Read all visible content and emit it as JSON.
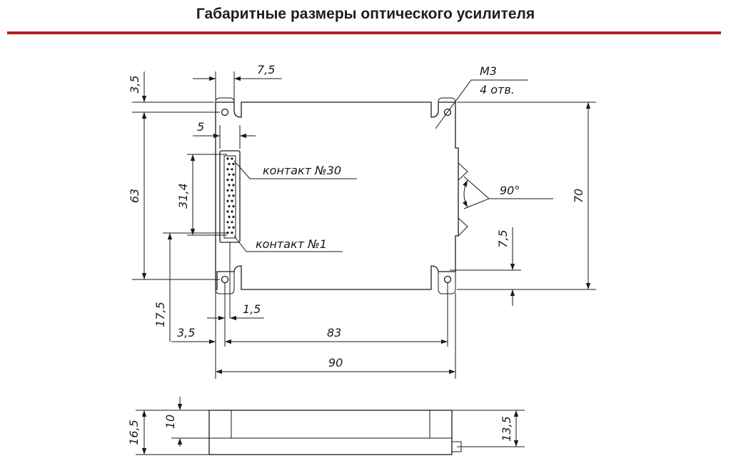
{
  "title": "Габаритные размеры оптического усилителя",
  "colors": {
    "accent": "#b41e22",
    "line": "#1a1a1a"
  },
  "labels": {
    "hole_spec": "М3",
    "hole_count": "4 отв.",
    "contact_30": "контакт №30",
    "contact_1": "контакт №1",
    "angle": "90°"
  },
  "dims": {
    "top_offset": "3,5",
    "hole_x": "7,5",
    "conn_x": "5",
    "height_holes": "63",
    "conn_len": "31,4",
    "height_total": "70",
    "optic_y": "7,5",
    "conn_y": "17,5",
    "pin_offset": "1,5",
    "left_offset": "3,5",
    "hole_span": "83",
    "width_total": "90",
    "side_total": "16,5",
    "side_body": "10",
    "side_right": "13,5"
  }
}
